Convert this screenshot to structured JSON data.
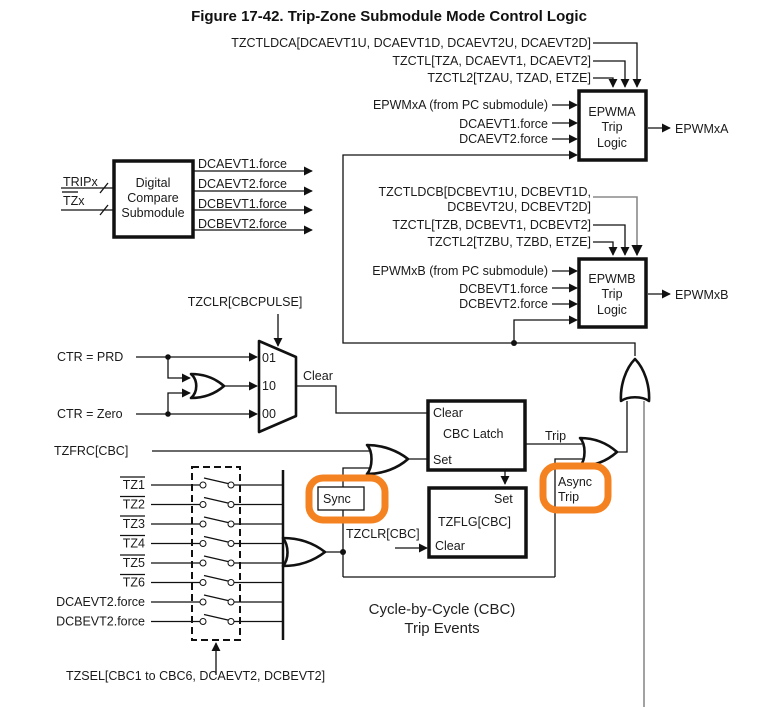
{
  "title": "Figure 17-42. Trip-Zone Submodule Mode Control Logic",
  "highlight_color": "#F58220",
  "epwma": {
    "ctl_inputs": [
      "TZCTLDCA[DCAEVT1U, DCAEVT1D, DCAEVT2U, DCAEVT2D]",
      "TZCTL[TZA, DCAEVT1, DCAEVT2]",
      "TZCTL2[TZAU, TZAD, ETZE]"
    ],
    "inputs": [
      "EPWMxA (from PC submodule)",
      "DCAEVT1.force",
      "DCAEVT2.force"
    ],
    "block_lines": [
      "EPWMA",
      "Trip",
      "Logic"
    ],
    "output": "EPWMxA"
  },
  "epwmb": {
    "ctl_inputs": [
      "TZCTLDCB[DCBEVT1U, DCBEVT1D,",
      "DCBEVT2U, DCBEVT2D]",
      "TZCTL[TZB, DCBEVT1, DCBEVT2]",
      "TZCTL2[TZBU, TZBD, ETZE]"
    ],
    "inputs": [
      "EPWMxB (from PC submodule)",
      "DCBEVT1.force",
      "DCBEVT2.force"
    ],
    "block_lines": [
      "EPWMB",
      "Trip",
      "Logic"
    ],
    "output": "EPWMxB"
  },
  "dc_submodule": {
    "inputs": [
      "TRIPx",
      "TZx"
    ],
    "block_lines": [
      "Digital",
      "Compare",
      "Submodule"
    ],
    "outputs": [
      "DCAEVT1.force",
      "DCAEVT2.force",
      "DCBEVT1.force",
      "DCBEVT2.force"
    ]
  },
  "mux": {
    "select_label": "TZCLR[CBCPULSE]",
    "inputs": [
      "CTR = PRD",
      "CTR = Zero"
    ],
    "port_labels": [
      "01",
      "10",
      "00"
    ],
    "output_label": "Clear"
  },
  "cbc_latch": {
    "labels": [
      "Clear",
      "CBC Latch",
      "Set"
    ],
    "output_label": "Trip",
    "force_input": "TZFRC[CBC]"
  },
  "tzflg": {
    "labels": [
      "Set",
      "TZFLG[CBC]",
      "Clear"
    ],
    "clear_input": "TZCLR[CBC]"
  },
  "tz_inputs": [
    "TZ1",
    "TZ2",
    "TZ3",
    "TZ4",
    "TZ5",
    "TZ6",
    "DCAEVT2.force",
    "DCBEVT2.force"
  ],
  "tzsel_label": "TZSEL[CBC1 to CBC6, DCAEVT2, DCBEVT2]",
  "sync_label": "Sync",
  "async_label": [
    "Async",
    "Trip"
  ],
  "caption": [
    "Cycle-by-Cycle (CBC)",
    "Trip Events"
  ]
}
